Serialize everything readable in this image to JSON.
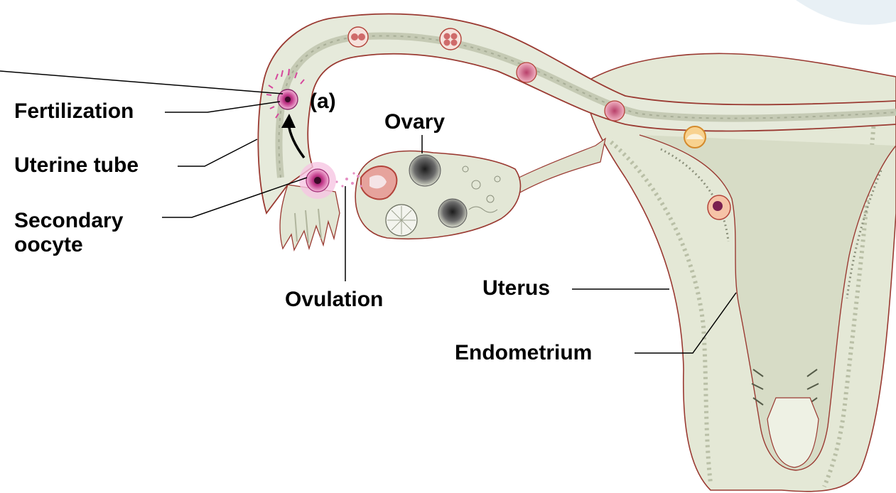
{
  "diagram": {
    "labels": {
      "fertilization": "Fertilization",
      "uterine_tube": "Uterine tube",
      "secondary_oocyte_line1": "Secondary",
      "secondary_oocyte_line2": "oocyte",
      "marker_a": "(a)",
      "ovary": "Ovary",
      "ovulation": "Ovulation",
      "uterus": "Uterus",
      "endometrium": "Endometrium"
    },
    "colors": {
      "tissue": "#e5e9d8",
      "tissue_shade": "#c9cfb8",
      "outline": "#9a3a32",
      "cell_pink": "#d6479c",
      "cell_dark": "#8a2a6a",
      "morula": "#cf6a8a",
      "blastocyst": "#f2a23c",
      "leader": "#000000"
    }
  }
}
